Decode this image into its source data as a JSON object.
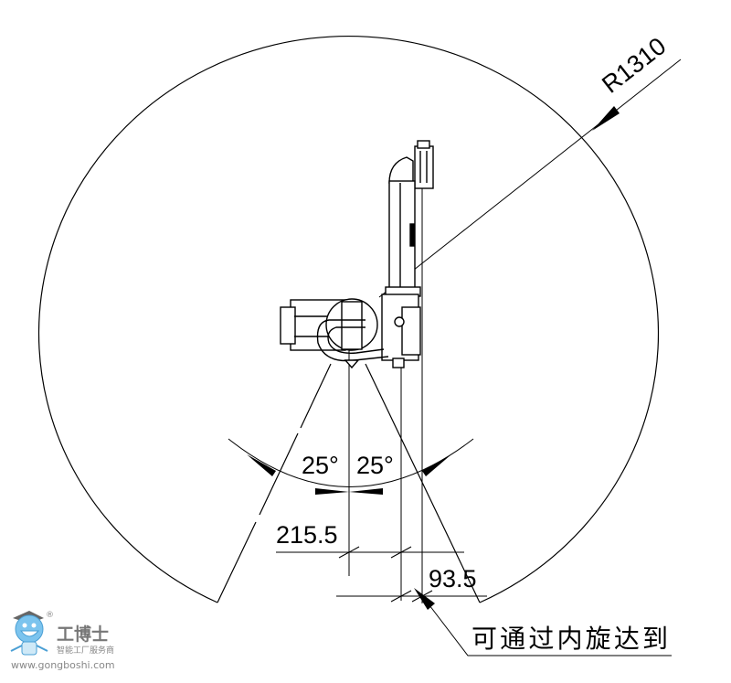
{
  "drawing": {
    "radius_label": "R1310",
    "angle_left": "25°",
    "angle_right": "25°",
    "dim_left": "215.5",
    "dim_right": "93.5",
    "note": "可通过内旋达到"
  },
  "logo": {
    "name": "工博士",
    "slogan": "智能工厂服务商",
    "url": "www.gongboshi.com",
    "registered": "®",
    "color": "#888888"
  }
}
